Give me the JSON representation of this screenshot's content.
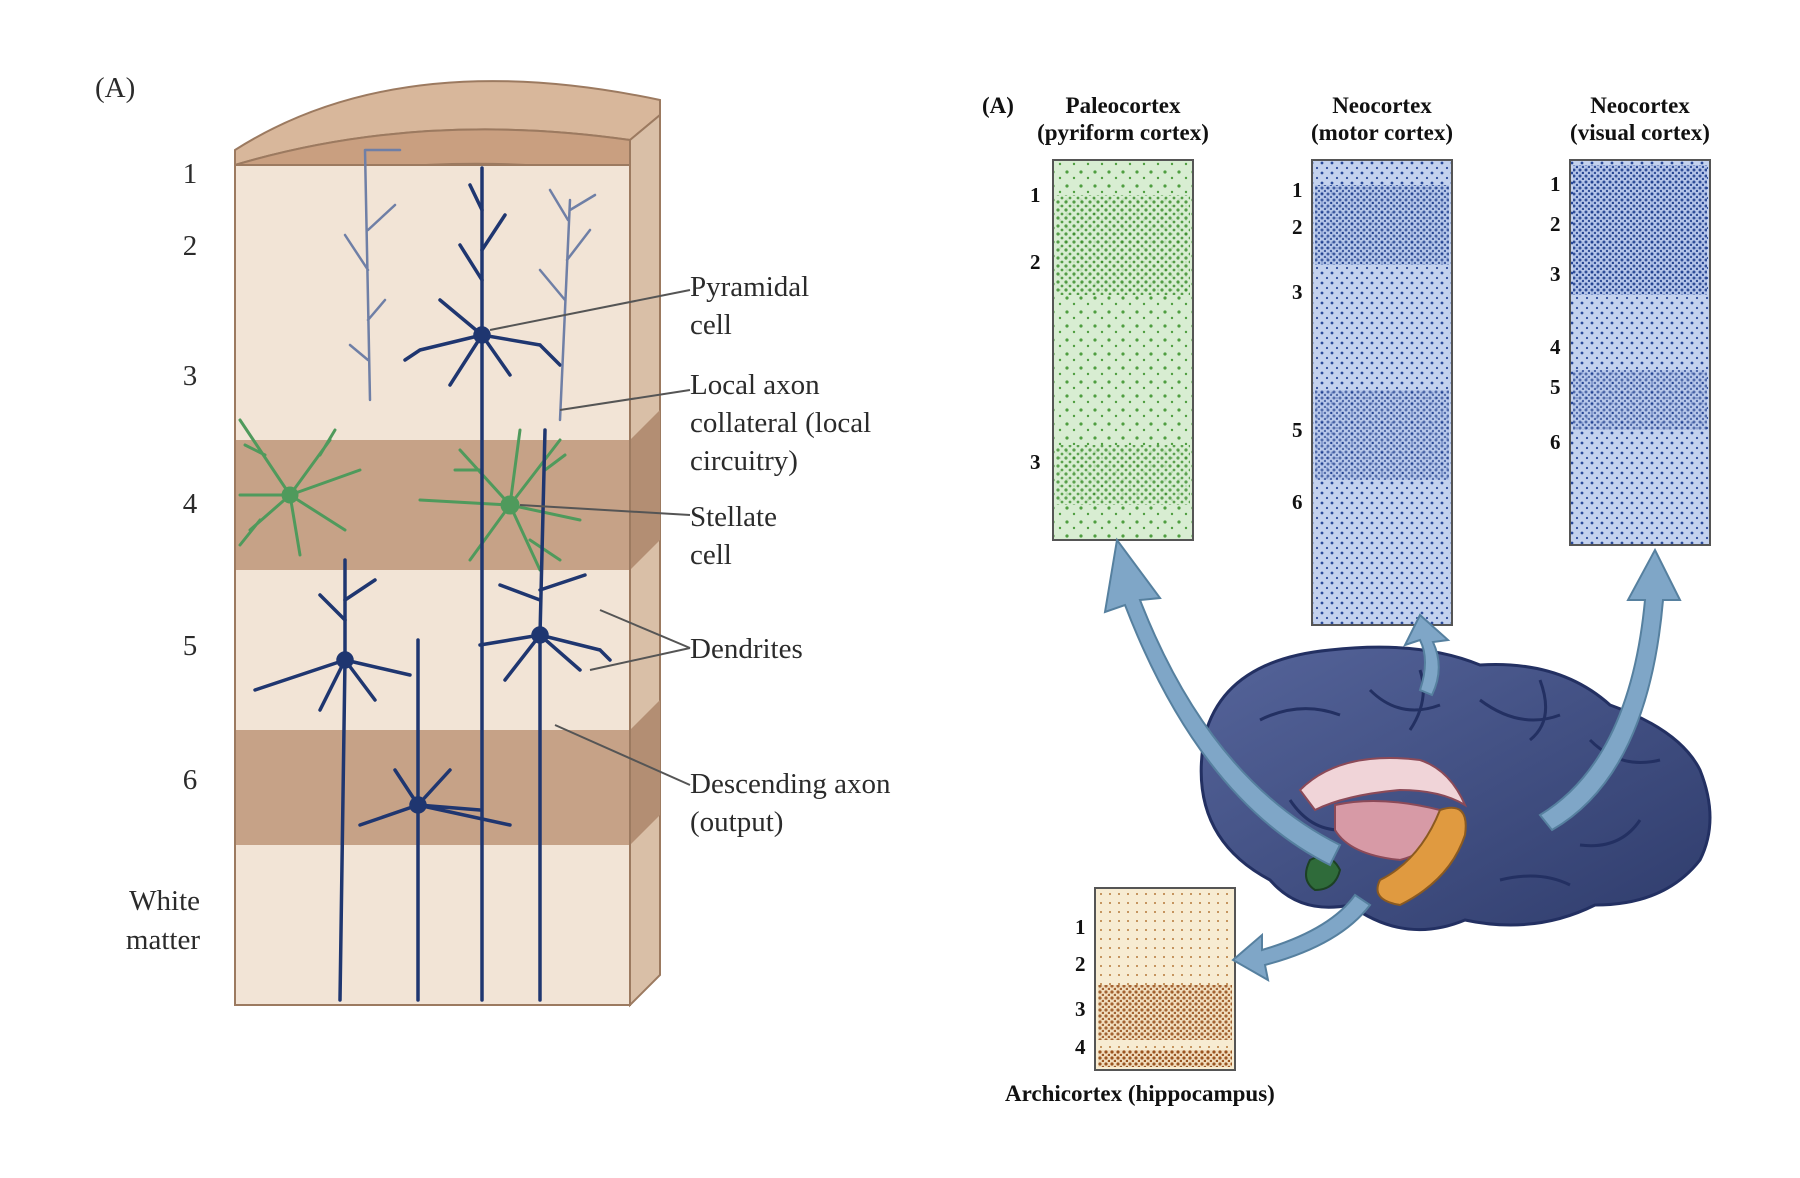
{
  "left": {
    "panel_label": "(A)",
    "layers": [
      "1",
      "2",
      "3",
      "4",
      "5",
      "6"
    ],
    "white_matter": [
      "White",
      "matter"
    ],
    "labels": {
      "pyramidal": [
        "Pyramidal",
        "cell"
      ],
      "local_axon": [
        "Local axon",
        "collateral (local",
        "circuitry)"
      ],
      "stellate": [
        "Stellate",
        "cell"
      ],
      "dendrites": "Dendrites",
      "descending": [
        "Descending axon",
        "(output)"
      ]
    },
    "colors": {
      "tissue": "#f1e0d0",
      "band": "#c9a588",
      "neuron": "#1f3670",
      "stellate": "#4f9a5c"
    }
  },
  "right": {
    "panel_label": "(A)",
    "paleo": {
      "title": [
        "Paleocortex",
        "(pyriform cortex)"
      ],
      "layers": [
        "1",
        "2",
        "3"
      ],
      "color": "#5fae4d"
    },
    "motor": {
      "title": [
        "Neocortex",
        "(motor cortex)"
      ],
      "layers": [
        "1",
        "2",
        "3",
        "5",
        "6"
      ],
      "color": "#2c4f9e"
    },
    "visual": {
      "title": [
        "Neocortex",
        "(visual cortex)"
      ],
      "layers": [
        "1",
        "2",
        "3",
        "4",
        "5",
        "6"
      ],
      "color": "#2c4f9e"
    },
    "archi": {
      "title": "Archicortex (hippocampus)",
      "layers": [
        "1",
        "2",
        "3",
        "4"
      ],
      "color": "#a8612a"
    },
    "colors": {
      "brain": "#3f4f86",
      "arrow": "#7fa6c7"
    }
  }
}
